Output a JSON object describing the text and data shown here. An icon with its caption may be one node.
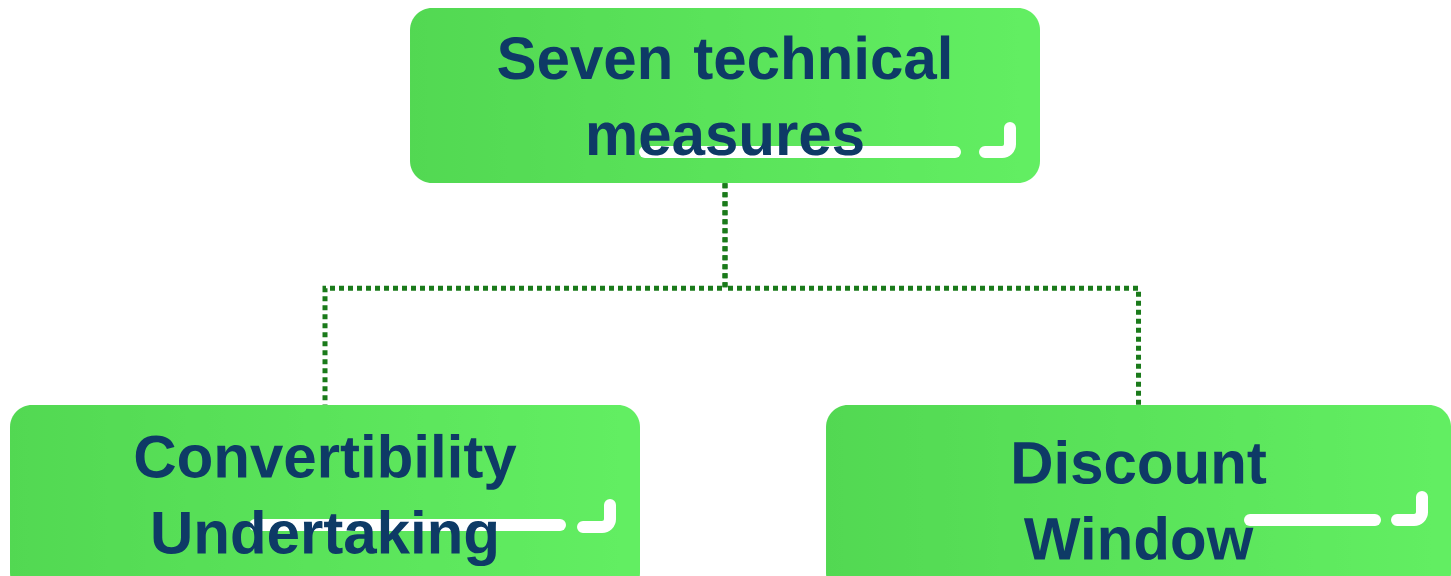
{
  "diagram": {
    "nodes": [
      {
        "text": [
          "Seven technical measures"
        ]
      },
      {
        "text": [
          "Convertibility Undertaking"
        ]
      },
      {
        "text": [
          "Discount Window"
        ]
      }
    ],
    "edges": [
      {
        "from": 0,
        "to": 1,
        "arrow": "none",
        "style": "dashed"
      },
      {
        "from": 0,
        "to": 2,
        "arrow": "none",
        "style": "dashed"
      }
    ]
  }
}
